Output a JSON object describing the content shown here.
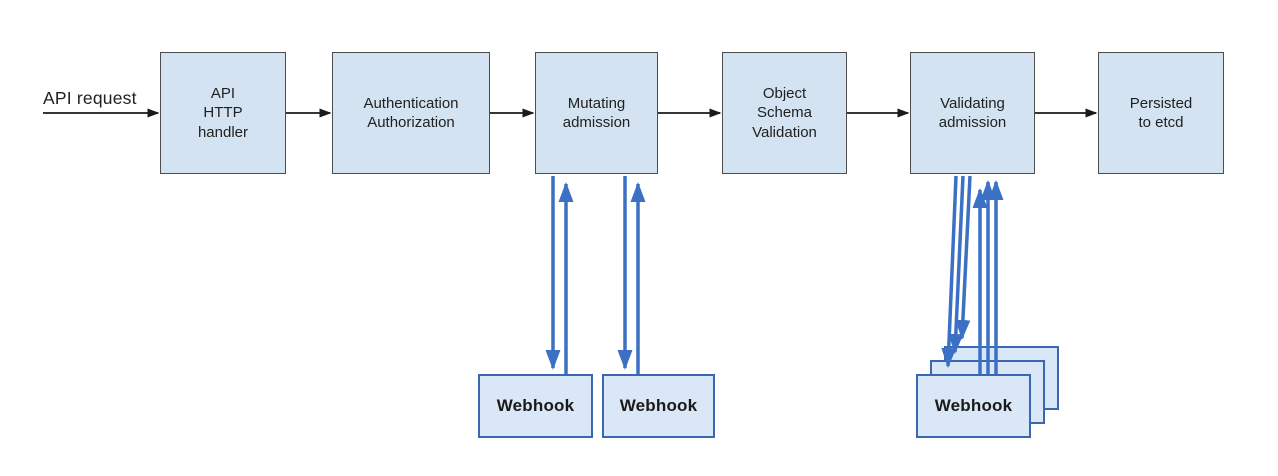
{
  "diagram": {
    "request_label": "API request",
    "nodes": [
      {
        "id": "api-http-handler",
        "label": "API\nHTTP\nhandler"
      },
      {
        "id": "authentication-authorization",
        "label": "Authentication\nAuthorization"
      },
      {
        "id": "mutating-admission",
        "label": "Mutating\nadmission"
      },
      {
        "id": "object-schema-validation",
        "label": "Object\nSchema\nValidation"
      },
      {
        "id": "validating-admission",
        "label": "Validating\nadmission"
      },
      {
        "id": "persisted-to-etcd",
        "label": "Persisted\nto etcd"
      }
    ],
    "mutating_webhooks": [
      {
        "label": "Webhook"
      },
      {
        "label": "Webhook"
      }
    ],
    "validating_webhooks": [
      {
        "label": "Webhook"
      }
    ],
    "colors": {
      "background": "#ffffff",
      "node_fill": "#d3e3f2",
      "node_border": "#4d4d4d",
      "webhook_fill": "#d9e7f6",
      "webhook_border": "#3a68b0",
      "flow_arrow": "#1a1a1a",
      "webhook_arrow": "#3b70c4",
      "text": "#212121"
    }
  }
}
